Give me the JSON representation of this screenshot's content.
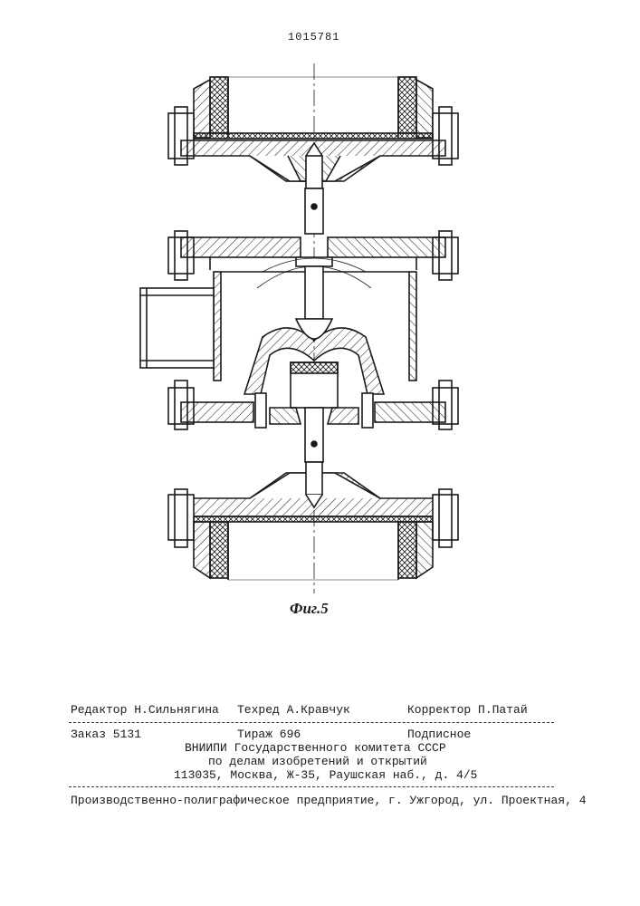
{
  "document": {
    "patent_number": "1015781",
    "figure_caption": "Фиг.5"
  },
  "imprint": {
    "editor": "Редактор Н.Сильнягина",
    "techred": "Техред А.Кравчук",
    "corrector": "Корректор П.Патай",
    "order": "Заказ 5131",
    "circulation": "Тираж 696",
    "subscription": "Подписное",
    "org_line1": "ВНИИПИ Государственного комитета СССР",
    "org_line2": "по делам изобретений и открытий",
    "address": "113035, Москва, Ж-35, Раушская наб., д. 4/5",
    "printer": "Производственно-полиграфическое предприятие, г. Ужгород, ул. Проектная, 4"
  },
  "colors": {
    "ink": "#1a1a1a",
    "paper": "#ffffff"
  }
}
